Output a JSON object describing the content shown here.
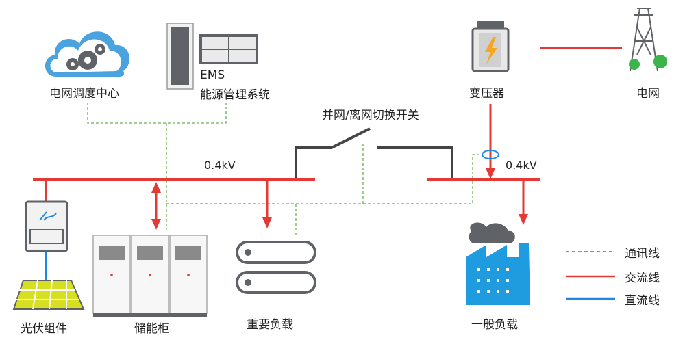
{
  "labels": {
    "dispatch_center": "电网调度中心",
    "ems_line1": "EMS",
    "ems_line2": "能源管理系统",
    "transformer": "变压器",
    "grid": "电网",
    "switch": "并网/离网切换开关",
    "bus_left_voltage": "0.4kV",
    "bus_right_voltage": "0.4kV",
    "pv": "光伏组件",
    "storage": "储能柜",
    "important_load": "重要负载",
    "general_load": "一般负载"
  },
  "legend": [
    {
      "label": "通讯线",
      "color": "#6ab04c",
      "style": "dashed"
    },
    {
      "label": "交流线",
      "color": "#e53935",
      "style": "solid"
    },
    {
      "label": "直流线",
      "color": "#1e88e5",
      "style": "solid"
    }
  ],
  "colors": {
    "ac": "#e53935",
    "dc": "#1e88e5",
    "comm": "#6ab04c",
    "icon_gray": "#5f6368",
    "cloud_blue": "#4aa3df",
    "factory_blue": "#1f9be0"
  },
  "icons": [
    "cloud-gear-icon",
    "ems-cabinet-icon",
    "transformer-icon",
    "power-tower-icon",
    "pv-inverter-icon",
    "solar-panel-icon",
    "storage-cabinet-icon",
    "load-server-icon",
    "factory-icon"
  ]
}
